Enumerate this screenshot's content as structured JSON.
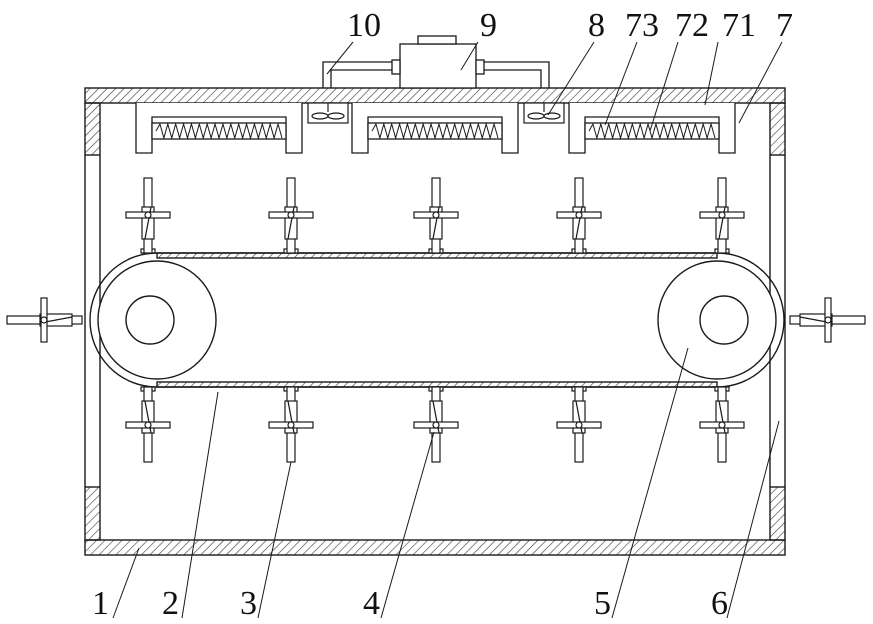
{
  "labels": {
    "l1": "1",
    "l2": "2",
    "l3": "3",
    "l4": "4",
    "l5": "5",
    "l6": "6",
    "l7": "7",
    "l8": "8",
    "l9": "9",
    "l10": "10",
    "l71": "71",
    "l72": "72",
    "l73": "73"
  },
  "colors": {
    "line": "#1a1a1a",
    "hatch": "#3a3a3a",
    "background": "#ffffff"
  }
}
